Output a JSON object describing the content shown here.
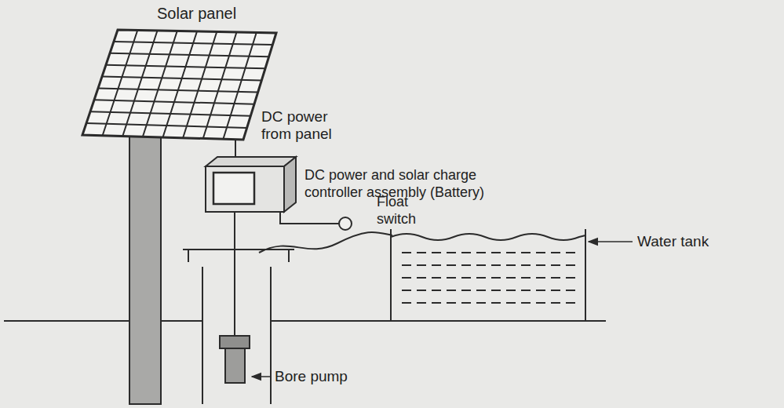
{
  "diagram": {
    "nodes": [
      {
        "text": [
          "Solar panel"
        ]
      },
      {
        "text": [
          "DC power and solar charge controller assembly (Battery)"
        ]
      },
      {
        "text": [
          "Float switch"
        ]
      },
      {
        "text": [
          "Water tank"
        ]
      },
      {
        "text": [
          "Bore pump"
        ]
      }
    ],
    "edges": [
      {
        "from": 0,
        "to": 1,
        "arrow": "none",
        "label": "DC power from panel"
      },
      {
        "from": 1,
        "to": 4,
        "arrow": "none"
      },
      {
        "from": 1,
        "to": 2,
        "arrow": "none"
      }
    ]
  }
}
